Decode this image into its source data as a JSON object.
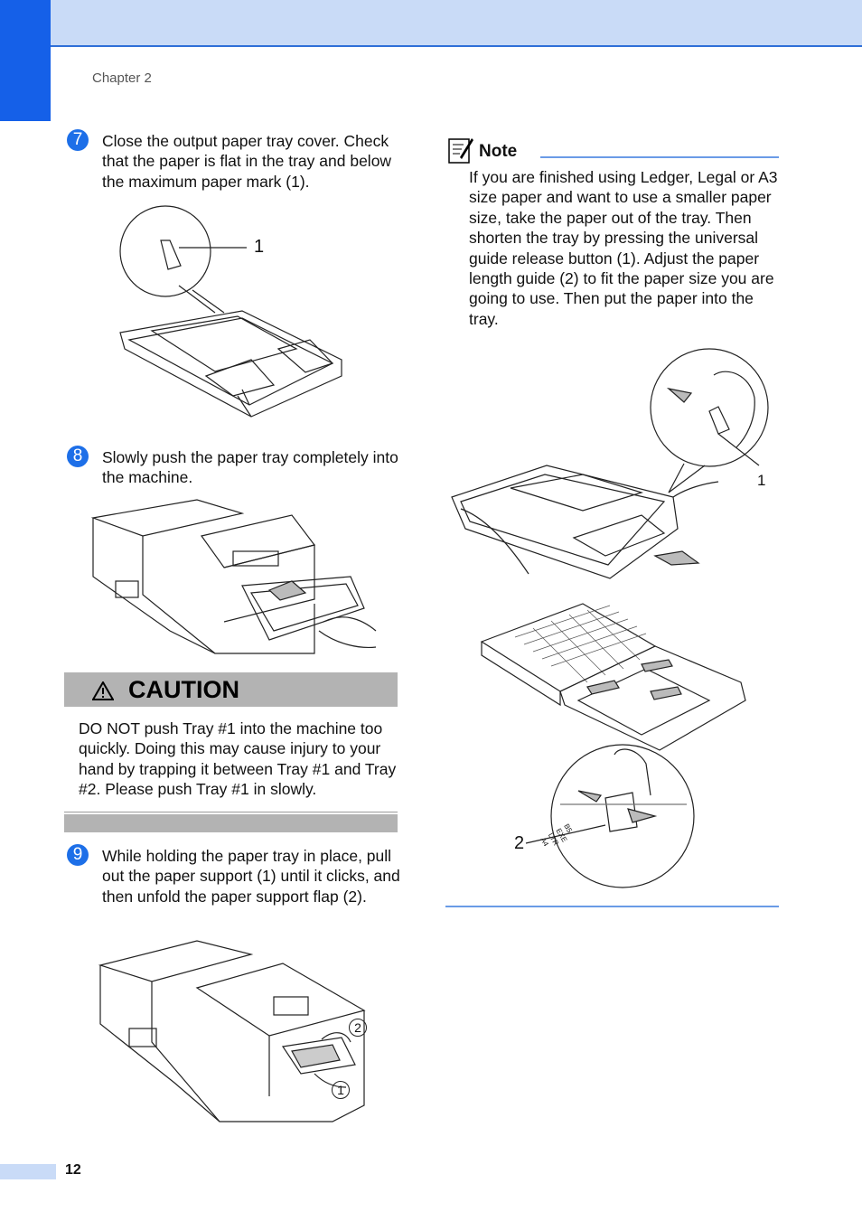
{
  "header": {
    "chapter": "Chapter 2"
  },
  "steps": [
    {
      "num": "7",
      "text": "Close the output paper tray cover. Check that the paper is flat in the tray and below the maximum paper mark (1)."
    },
    {
      "num": "8",
      "text": "Slowly push the paper tray completely into the machine."
    },
    {
      "num": "9",
      "text": "While holding the paper tray in place, pull out the paper support (1) until it clicks, and then unfold the paper support flap (2)."
    }
  ],
  "caution": {
    "title": "CAUTION",
    "text": "DO NOT push Tray #1 into the machine too quickly. Doing this may cause injury to your hand by trapping it between Tray #1 and Tray #2. Please push Tray #1 in slowly."
  },
  "note": {
    "title": "Note",
    "text": "If you are finished using Ledger, Legal or A3 size paper and want to use a smaller paper size, take the paper out of the tray. Then shorten the tray by pressing the universal guide release button (1). Adjust the paper length guide (2) to fit the paper size you are going to use. Then put the paper into the tray."
  },
  "figures": {
    "tray_callout": "1",
    "support_callout_2": "2",
    "support_callout_1": "1",
    "release_callout": "1",
    "guide_callout": "2",
    "size_marks": [
      "B5",
      "EXE",
      "LTR",
      "A4"
    ]
  },
  "footer": {
    "page_number": "12"
  },
  "colors": {
    "accent": "#1560e8",
    "header_band": "#c9dbf7",
    "caution_gray": "#b3b3b3"
  },
  "icons": [
    "warning-triangle-icon",
    "note-pencil-icon"
  ]
}
